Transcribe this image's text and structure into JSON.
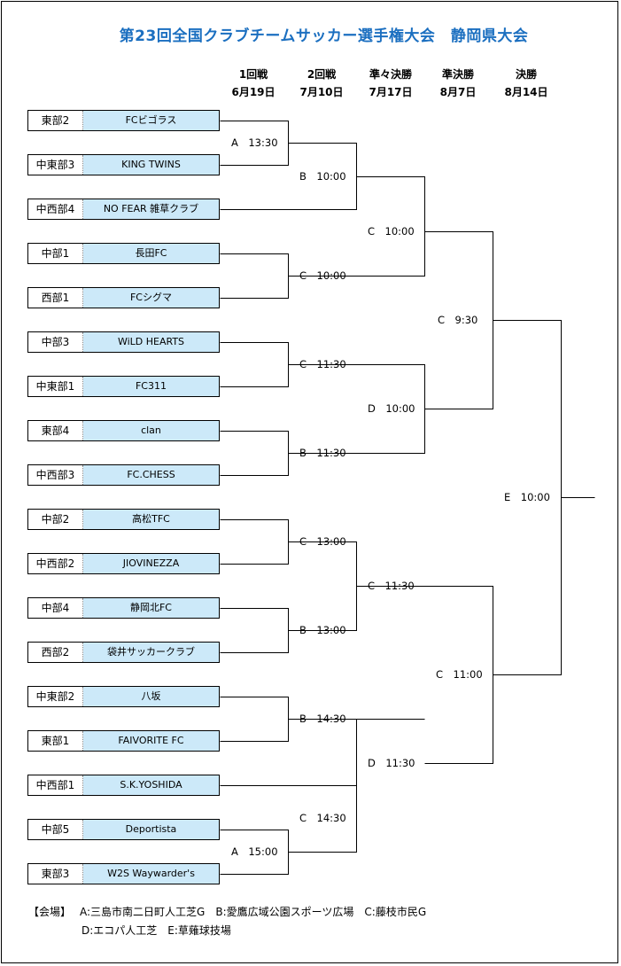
{
  "title": "第23回全国クラブチームサッカー選手権大会　静岡県大会",
  "rounds": [
    {
      "name": "1回戦",
      "date": "6月19日"
    },
    {
      "name": "2回戦",
      "date": "7月10日"
    },
    {
      "name": "準々決勝",
      "date": "7月17日"
    },
    {
      "name": "準決勝",
      "date": "8月7日"
    },
    {
      "name": "決勝",
      "date": "8月14日"
    }
  ],
  "teams": [
    {
      "pref": "東部2",
      "name": "FCビゴラス"
    },
    {
      "pref": "中東部3",
      "name": "KING TWINS"
    },
    {
      "pref": "中西部4",
      "name": "NO FEAR 雑草クラブ"
    },
    {
      "pref": "中部1",
      "name": "長田FC"
    },
    {
      "pref": "西部1",
      "name": "FCシグマ"
    },
    {
      "pref": "中部3",
      "name": "WiLD HEARTS"
    },
    {
      "pref": "中東部1",
      "name": "FC311"
    },
    {
      "pref": "東部4",
      "name": "clan"
    },
    {
      "pref": "中西部3",
      "name": "FC.CHESS"
    },
    {
      "pref": "中部2",
      "name": "高松TFC"
    },
    {
      "pref": "中西部2",
      "name": "JIOVINEZZA"
    },
    {
      "pref": "中部4",
      "name": "静岡北FC"
    },
    {
      "pref": "西部2",
      "name": "袋井サッカークラブ"
    },
    {
      "pref": "中東部2",
      "name": "八坂"
    },
    {
      "pref": "東部1",
      "name": "FAIVORITE FC"
    },
    {
      "pref": "中西部1",
      "name": "S.K.YOSHIDA"
    },
    {
      "pref": "中部5",
      "name": "Deportista"
    },
    {
      "pref": "東部3",
      "name": "W2S Waywarder's"
    }
  ],
  "matches": {
    "r1_top": "A　13:30",
    "r1_bottom": "A　15:00",
    "r2": [
      "B　10:00",
      "C　10:00",
      "C　11:30",
      "B　11:30",
      "C　13:00",
      "B　13:00",
      "B　14:30",
      "C　14:30"
    ],
    "qf": [
      "C　10:00",
      "D　10:00",
      "C　11:30",
      "D　11:30"
    ],
    "sf": [
      "C　9:30",
      "C　11:00"
    ],
    "final": "E　10:00"
  },
  "venues": {
    "label": "【会場】",
    "line1": "A:三島市南二日町人工芝G　B:愛鷹広域公園スポーツ広場　C:藤枝市民G",
    "line2": "D:エコパ人工芝　E:草薙球技場"
  },
  "colors": {
    "title": "#1b6fc0",
    "team_fill": "#cce9f9"
  }
}
